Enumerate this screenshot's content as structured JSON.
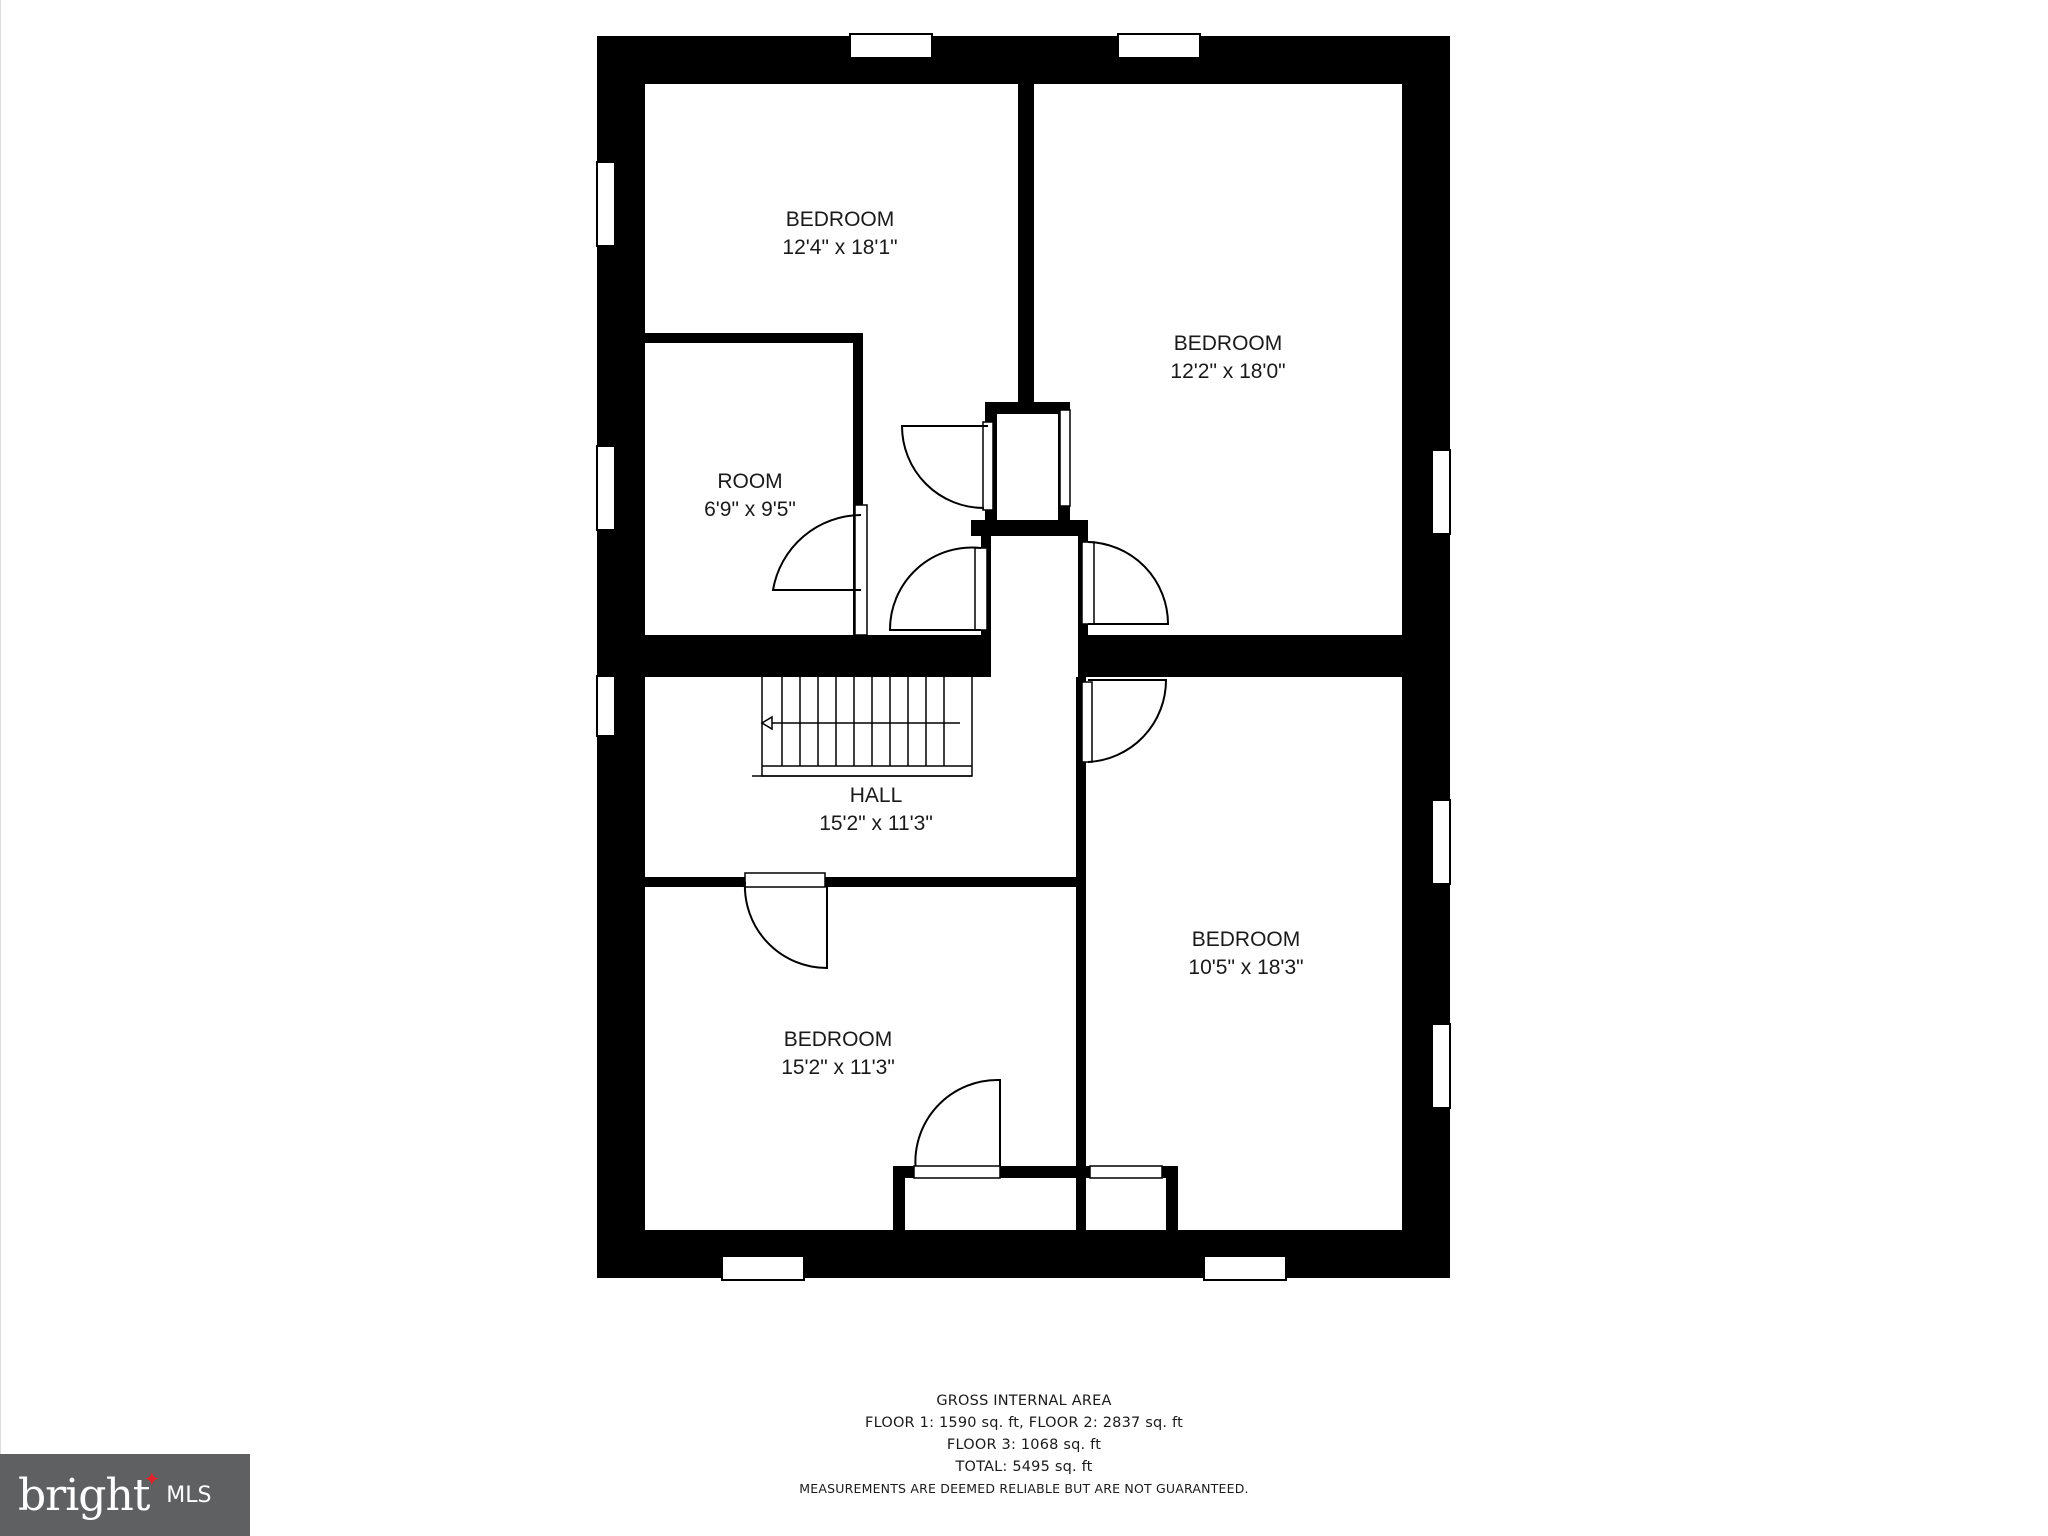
{
  "rooms": [
    {
      "name": "BEDROOM",
      "size": "12'4\" x 18'1\""
    },
    {
      "name": "BEDROOM",
      "size": "12'2\" x 18'0\""
    },
    {
      "name": "ROOM",
      "size": "6'9\" x 9'5\""
    },
    {
      "name": "HALL",
      "size": "15'2\" x 11'3\""
    },
    {
      "name": "BEDROOM",
      "size": "10'5\" x 18'3\""
    },
    {
      "name": "BEDROOM",
      "size": "15'2\" x 11'3\""
    }
  ],
  "footer": {
    "heading": "GROSS INTERNAL AREA",
    "line1": "FLOOR 1: 1590 sq. ft, FLOOR 2: 2837 sq. ft",
    "line2": "FLOOR 3: 1068 sq. ft",
    "line3": "TOTAL: 5495 sq. ft",
    "disclaimer": "MEASUREMENTS ARE DEEMED RELIABLE BUT ARE NOT GUARANTEED."
  },
  "logo": {
    "word": "bright",
    "suffix": "MLS"
  },
  "colors": {
    "wall": "#000000",
    "background": "#ffffff",
    "logo_bg": "#5f6062",
    "logo_accent": "#e0242b"
  }
}
